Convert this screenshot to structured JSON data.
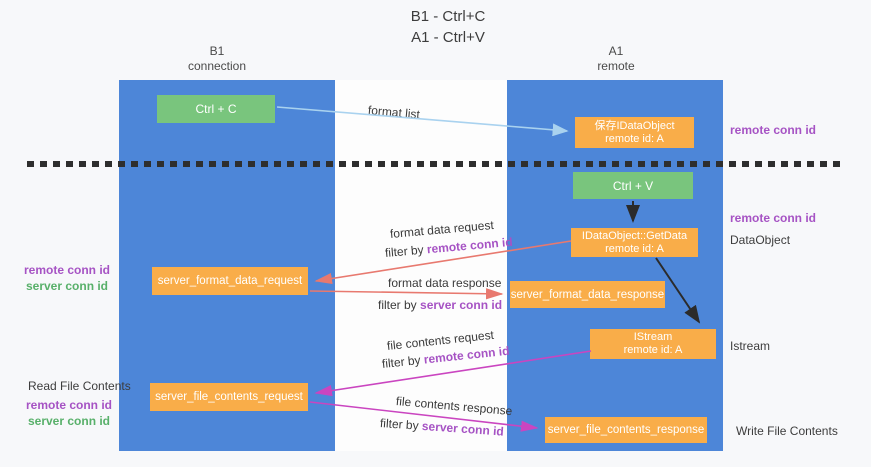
{
  "title": {
    "line1": "B1 - Ctrl+C",
    "line2": "A1 - Ctrl+V"
  },
  "columns": {
    "left": {
      "name": "B1",
      "subtitle": "connection"
    },
    "right": {
      "name": "A1",
      "subtitle": "remote"
    }
  },
  "nodes": {
    "ctrl_c": "Ctrl + C",
    "ctrl_v": "Ctrl + V",
    "save_dataobject": {
      "line1": "保存IDataObject",
      "line2": "remote id: A"
    },
    "getdata": {
      "line1": "IDataObject::GetData",
      "line2": "remote id: A"
    },
    "istream": {
      "line1": "IStream",
      "line2": "remote id: A"
    },
    "format_request": "server_format_data_request",
    "format_response": "server_format_data_response",
    "file_request": "server_file_contents_request",
    "file_response": "server_file_contents_response"
  },
  "edge_labels": {
    "format_list": "format list",
    "format_data_request": "format data request",
    "format_data_response": "format data response",
    "file_contents_request": "file contents request",
    "file_contents_response": "file contents response",
    "filter_by": "filter by ",
    "remote_conn_id": "remote conn id",
    "server_conn_id": "server conn id"
  },
  "margin_labels": {
    "remote_conn_id": "remote conn id",
    "server_conn_id": "server conn id",
    "dataobject": "DataObject",
    "istream": "Istream",
    "read_file_contents": "Read File Contents",
    "write_file_contents": "Write File Contents"
  },
  "colors": {
    "lifeline_blue": "#4d86d8",
    "node_green": "#79c57d",
    "node_orange": "#f9ad49",
    "arrow_light_blue": "#a9d2ef",
    "arrow_black": "#2b2b2b",
    "arrow_salmon": "#e8796f",
    "arrow_magenta": "#ca45c0",
    "text_purple": "#a653c4",
    "text_green": "#58b06a"
  }
}
